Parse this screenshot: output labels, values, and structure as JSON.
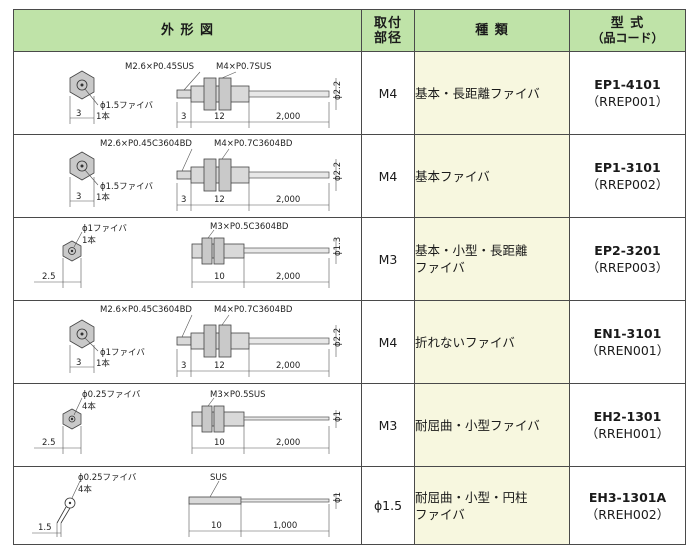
{
  "headers": {
    "drawing": "外 形 図",
    "mount_line1": "取付",
    "mount_line2": "部径",
    "kind": "種 類",
    "model_line1": "型 式",
    "model_line2": "（品コード）"
  },
  "rows": [
    {
      "mount": "M4",
      "kind_line1": "基本・長距離ファイバ",
      "kind_line2": "",
      "model": "EP1-4101",
      "code": "（RREP001）",
      "labels": {
        "thread_a": "M2.6×P0.45SUS",
        "thread_b": "M4×P0.7SUS",
        "fiber": "ϕ1.5ファイバ",
        "count": "1本",
        "phi": "ϕ2.2",
        "d1": "3",
        "d2": "3",
        "d3": "12",
        "d4": "2,000"
      }
    },
    {
      "mount": "M4",
      "kind_line1": "基本ファイバ",
      "kind_line2": "",
      "model": "EP1-3101",
      "code": "（RREP002）",
      "labels": {
        "thread_a": "M2.6×P0.45C3604BD",
        "thread_b": "M4×P0.7C3604BD",
        "fiber": "ϕ1.5ファイバ",
        "count": "1本",
        "phi": "ϕ2.2",
        "d1": "3",
        "d2": "3",
        "d3": "12",
        "d4": "2,000"
      }
    },
    {
      "mount": "M3",
      "kind_line1": "基本・小型・長距離",
      "kind_line2": "ファイバ",
      "model": "EP2-3201",
      "code": "（RREP003）",
      "labels": {
        "thread_b": "M3×P0.5C3604BD",
        "fiber": "ϕ1ファイバ",
        "count": "1本",
        "phi": "ϕ1.3",
        "d1": "2.5",
        "d3": "10",
        "d4": "2,000"
      }
    },
    {
      "mount": "M4",
      "kind_line1": "折れないファイバ",
      "kind_line2": "",
      "model": "EN1-3101",
      "code": "（RREN001）",
      "labels": {
        "thread_a": "M2.6×P0.45C3604BD",
        "thread_b": "M4×P0.7C3604BD",
        "fiber": "ϕ1ファイバ",
        "count": "1本",
        "phi": "ϕ2.2",
        "d1": "3",
        "d2": "3",
        "d3": "12",
        "d4": "2,000"
      }
    },
    {
      "mount": "M3",
      "kind_line1": "耐屈曲・小型ファイバ",
      "kind_line2": "",
      "model": "EH2-1301",
      "code": "（RREH001）",
      "labels": {
        "thread_b": "M3×P0.5SUS",
        "fiber": "ϕ0.25ファイバ",
        "count": "4本",
        "phi": "ϕ1",
        "d1": "2.5",
        "d3": "10",
        "d4": "2,000"
      }
    },
    {
      "mount": "ϕ1.5",
      "kind_line1": "耐屈曲・小型・円柱",
      "kind_line2": "ファイバ",
      "model": "EH3-1301A",
      "code": "（RREH002）",
      "labels": {
        "thread_b": "SUS",
        "fiber": "ϕ0.25ファイバ",
        "count": "4本",
        "phi": "ϕ1",
        "d1": "1.5",
        "d3": "10",
        "d4": "1,000"
      }
    }
  ]
}
